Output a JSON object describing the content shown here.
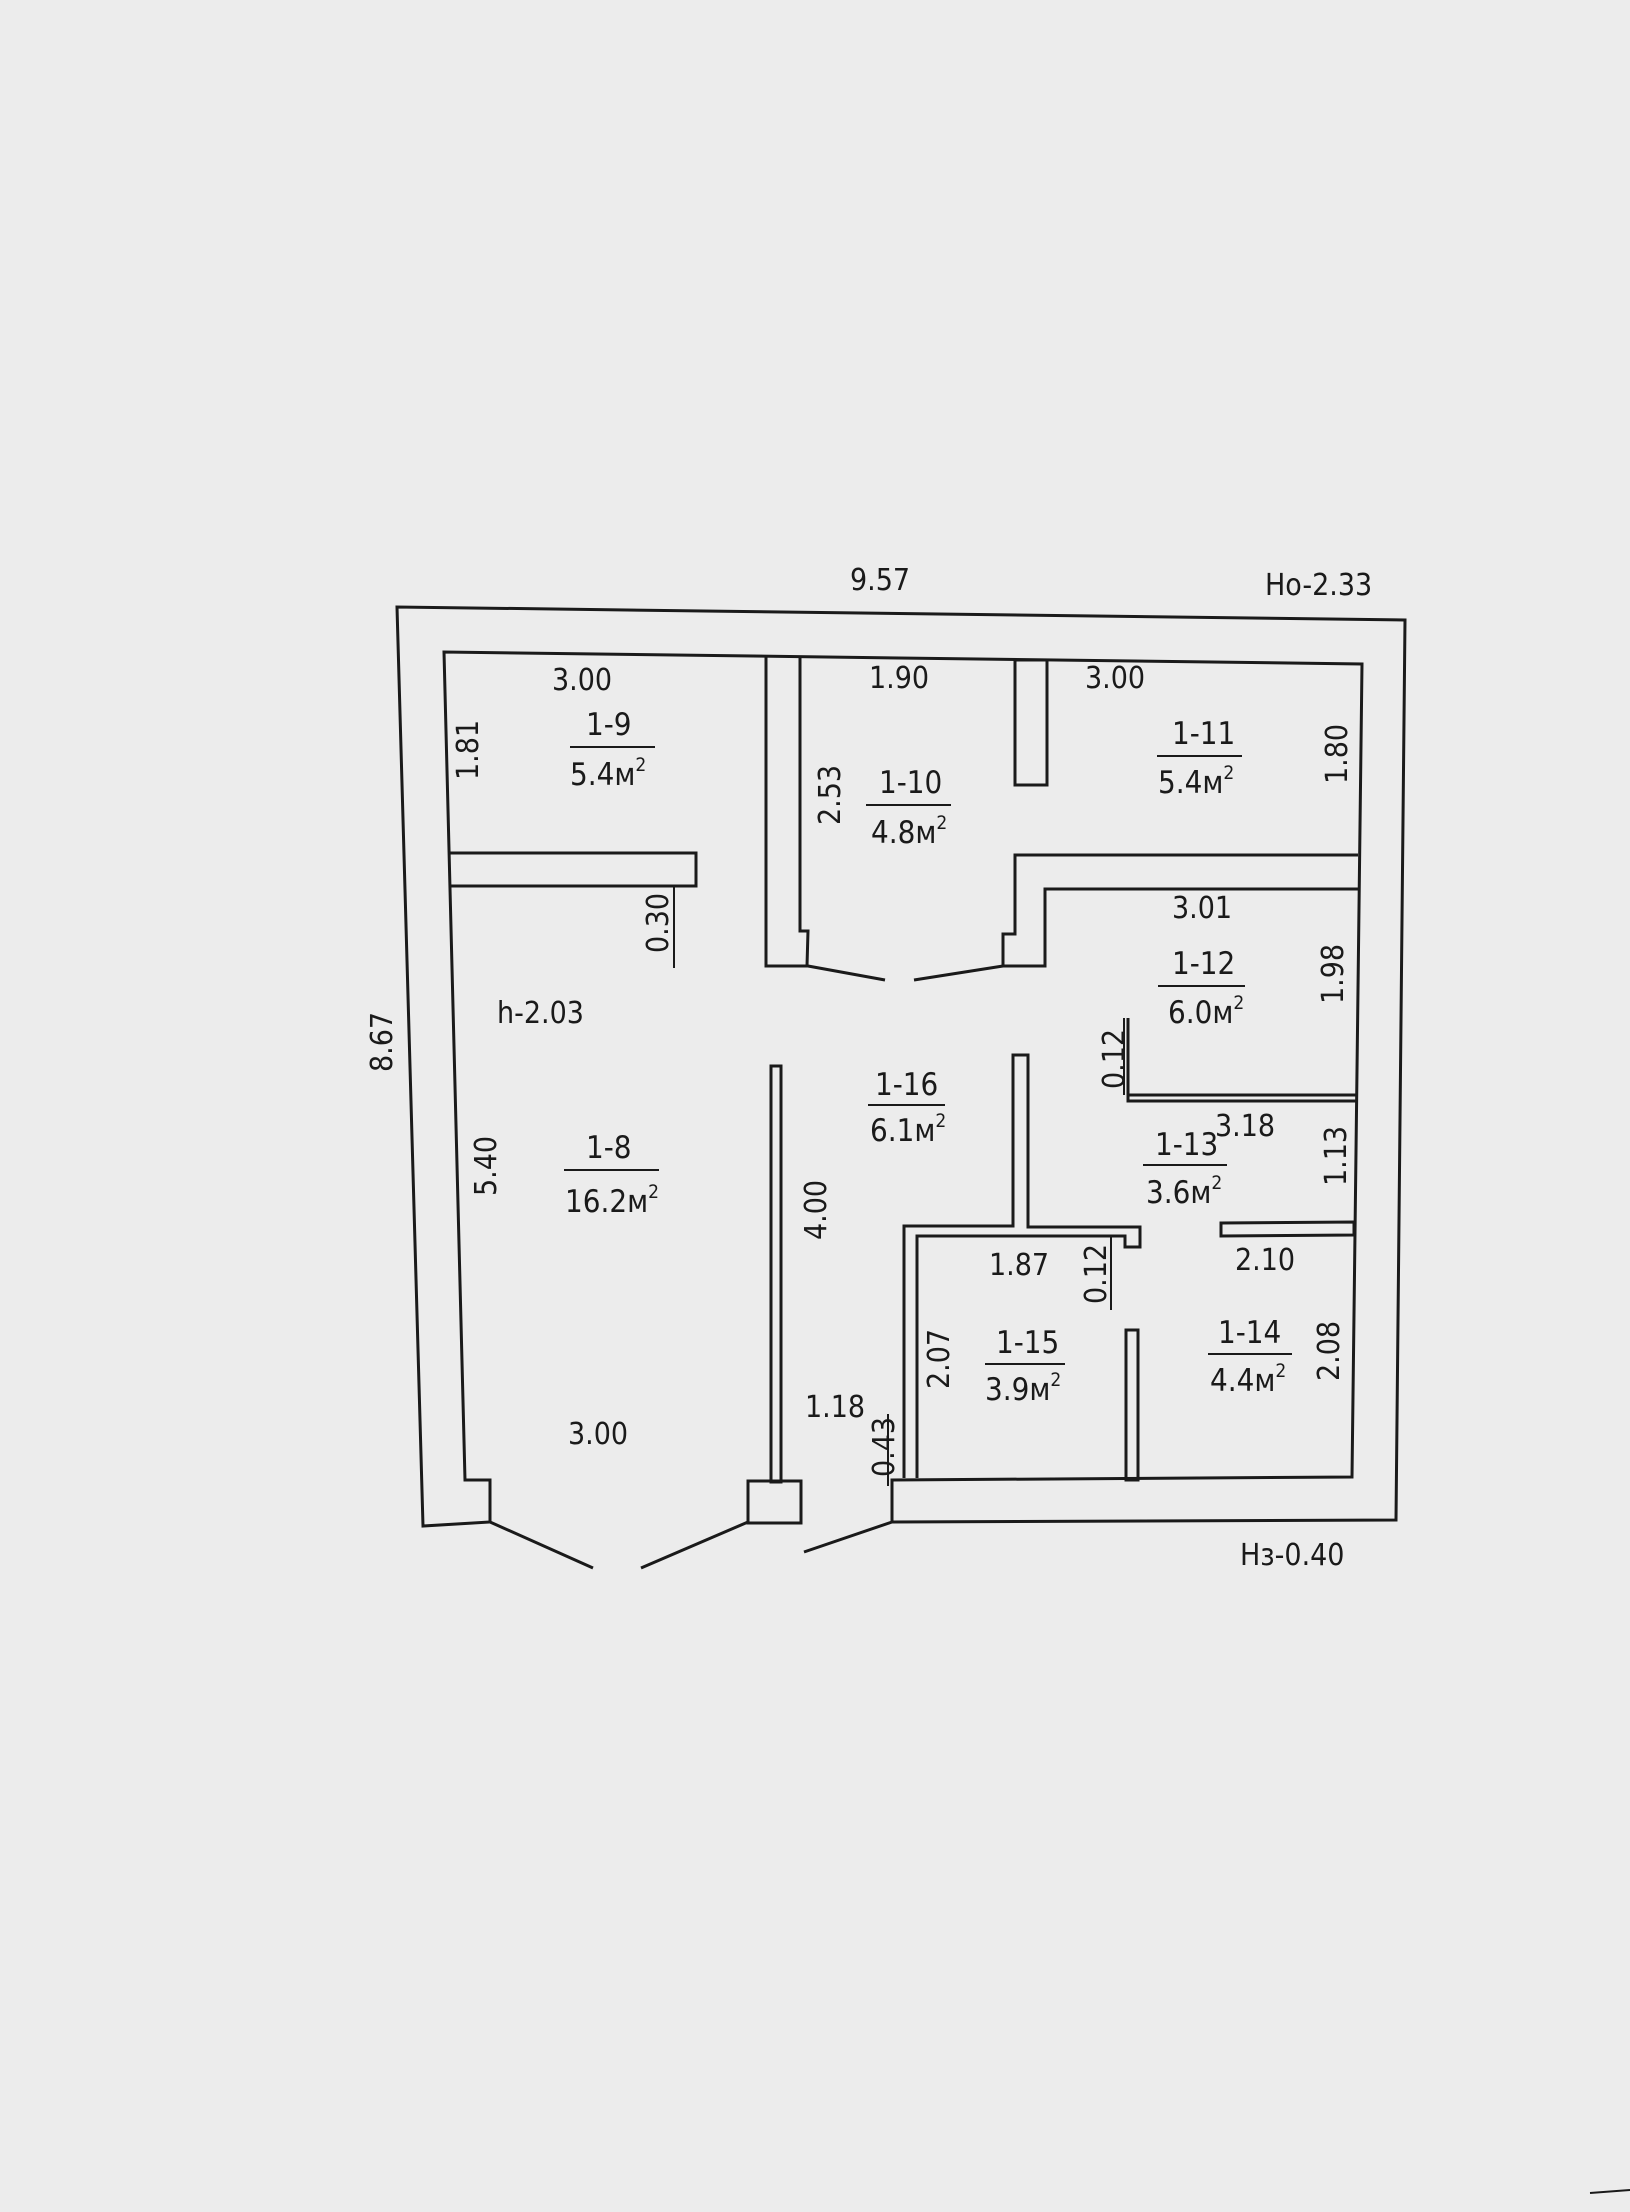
{
  "colors": {
    "background": "#ececec",
    "ink": "#1a1a1a"
  },
  "level_marks": {
    "top": "Нo-2.33",
    "bottom": "Нз-0.40",
    "ceiling_height": "h-2.03"
  },
  "dimensions": {
    "overall_width": "9.57",
    "overall_depth": "8.67",
    "room_1_9_width": "3.00",
    "room_1_9_depth": "1.81",
    "room_1_10_width": "1.90",
    "room_1_10_depth": "2.53",
    "room_1_11_width": "3.00",
    "room_1_11_depth": "1.80",
    "partition_thickness_030": "0.30",
    "room_1_12_width": "3.01",
    "room_1_12_depth": "1.98",
    "offset_012_upper": "0.12",
    "room_1_13_width": "3.18",
    "room_1_13_depth": "1.13",
    "room_1_8_depth": "5.40",
    "room_1_16_depth": "4.00",
    "room_1_15_width": "1.87",
    "offset_012_lower": "0.12",
    "room_1_14_width": "2.10",
    "room_1_15_depth": "2.07",
    "room_1_14_depth": "2.08",
    "corridor_width": "1.18",
    "room_1_8_width": "3.00",
    "offset_043": "0.43"
  },
  "rooms": [
    {
      "id": "1-8",
      "area": "16.2м"
    },
    {
      "id": "1-9",
      "area": "5.4м"
    },
    {
      "id": "1-10",
      "area": "4.8м"
    },
    {
      "id": "1-11",
      "area": "5.4м"
    },
    {
      "id": "1-12",
      "area": "6.0м"
    },
    {
      "id": "1-13",
      "area": "3.6м"
    },
    {
      "id": "1-14",
      "area": "4.4м"
    },
    {
      "id": "1-15",
      "area": "3.9м"
    },
    {
      "id": "1-16",
      "area": "6.1м"
    }
  ],
  "area_unit_superscript": "2"
}
